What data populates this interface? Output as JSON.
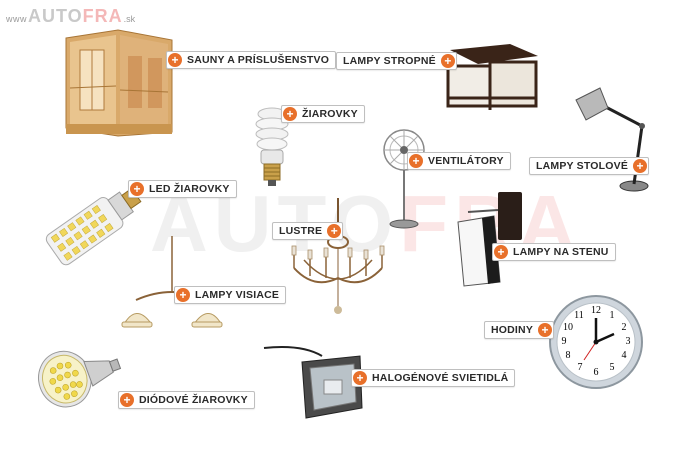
{
  "brand": {
    "prefix": "www",
    "part1": "AUTO",
    "part2": "FRA",
    "suffix": ".sk",
    "accent": "#e8702a"
  },
  "watermark": {
    "part1": "AUTO",
    "part2": "FRA"
  },
  "categories": {
    "sauny": "SAUNY A PRÍSLUŠENSTVO",
    "lampy_stropne": "LAMPY STROPNÉ",
    "ziarovky": "ŽIAROVKY",
    "ventilatory": "VENTILÁTORY",
    "lampy_stolove": "LAMPY STOLOVÉ",
    "led_ziarovky": "LED ŽIAROVKY",
    "lustre": "LUSTRE",
    "lampy_na_stenu": "LAMPY NA STENU",
    "lampy_visiace": "LAMPY VISIACE",
    "hodiny": "HODINY",
    "halogenove": "HALOGÉNOVÉ SVIETIDLÁ",
    "diodove": "DIÓDOVÉ ŽIAROVKY"
  },
  "plus_symbol": "+",
  "clock_numbers": [
    "12",
    "1",
    "2",
    "3",
    "4",
    "5",
    "6",
    "7",
    "8",
    "9",
    "10",
    "11"
  ]
}
